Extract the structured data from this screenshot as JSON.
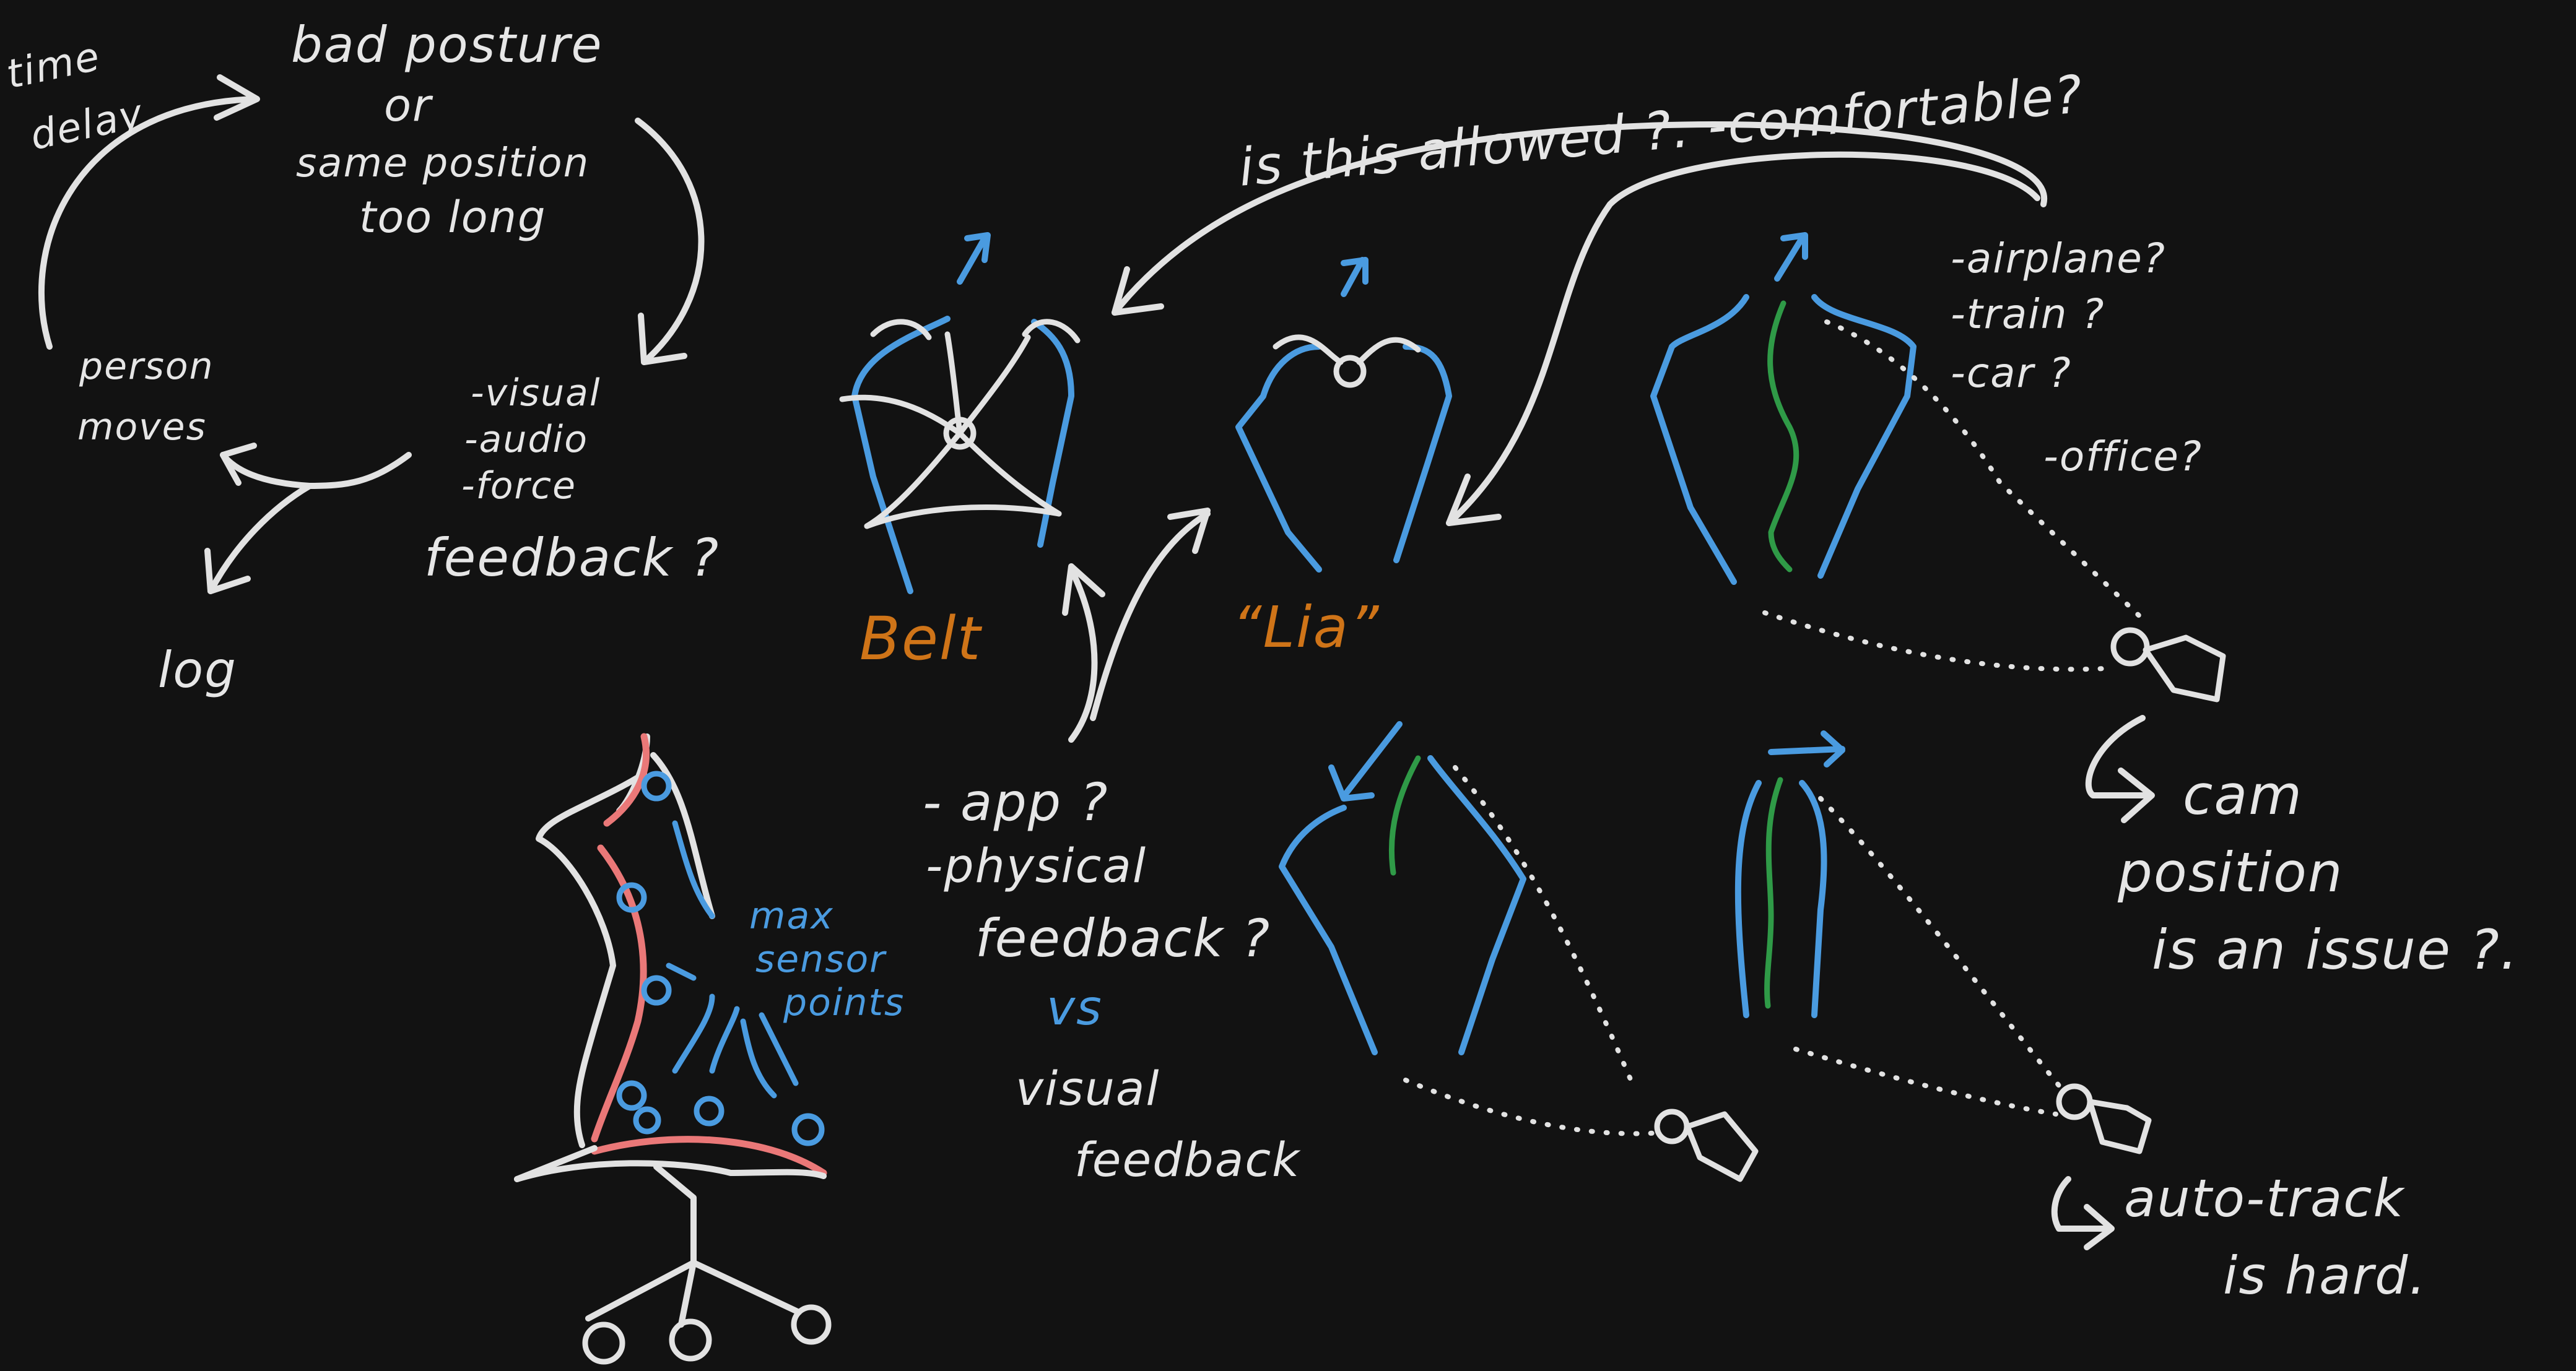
{
  "loop": {
    "time_delay_1": "time",
    "time_delay_2": "delay",
    "bad_posture_1": "bad posture",
    "bad_posture_2": "or",
    "bad_posture_3": "same position",
    "bad_posture_4": "too long",
    "feedback_1": "-visual",
    "feedback_2": "-audio",
    "feedback_3": "-force",
    "feedback_4": "feedback ?",
    "person_moves_1": "person",
    "person_moves_2": "moves",
    "log": "log"
  },
  "question": {
    "allowed": "is this allowed ?. -comfortable?"
  },
  "contexts": [
    "-airplane?",
    "-train ?",
    "-car ?",
    "-office?"
  ],
  "devices": {
    "belt_label": "Belt",
    "lia_label": "“Lia”"
  },
  "chair": {
    "sensor_1": "max",
    "sensor_2": "sensor",
    "sensor_3": "points"
  },
  "app": {
    "line_1": "- app ?",
    "line_2": "-physical",
    "line_3": "feedback ?",
    "vs": "vs",
    "line_4": "visual",
    "line_5": "feedback"
  },
  "camera": {
    "cam_1": "cam",
    "cam_2": "position",
    "cam_3": "is an issue ?.",
    "track_1": "auto-track",
    "track_2": "is hard."
  },
  "colors": {
    "background": "#121212",
    "white_ink": "#e6e6e6",
    "blue_ink": "#4a9be0",
    "green_ink": "#2f9a47",
    "orange_ink": "#cf7418",
    "red_ink": "#ea7878"
  }
}
